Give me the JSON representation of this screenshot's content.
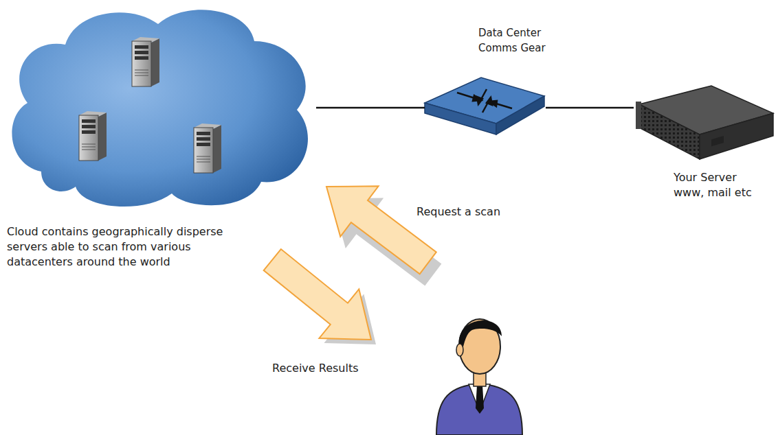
{
  "diagram": {
    "nodes": [
      {
        "text": [
          "Cloud contains geographically disperse servers able to scan from various datacenters around the world"
        ]
      },
      {
        "text": [
          "Data Center Comms Gear"
        ]
      },
      {
        "text": [
          "Your Server",
          "www, mail etc"
        ]
      }
    ],
    "edges": [
      {
        "from": 0,
        "to": 1,
        "arrow": "none"
      },
      {
        "from": 1,
        "to": 2,
        "arrow": "none"
      }
    ],
    "labels": [
      "Request a scan",
      "Receive Results"
    ]
  }
}
